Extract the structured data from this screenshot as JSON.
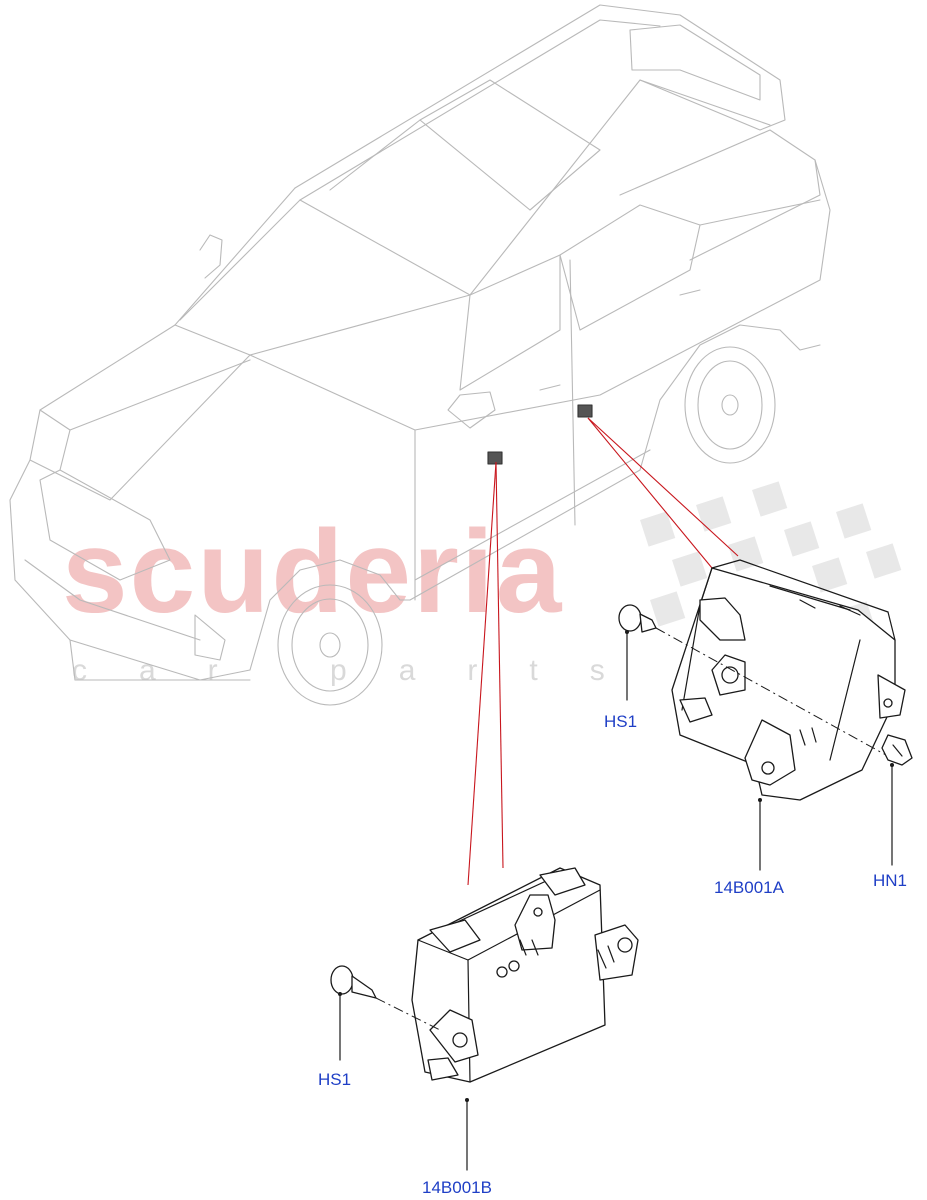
{
  "watermark": {
    "brand": "scuderia",
    "tagline": "car parts"
  },
  "callouts": {
    "hs1_upper": "HS1",
    "part_upper": "14B001A",
    "hn1": "HN1",
    "hs1_lower": "HS1",
    "part_lower": "14B001B"
  },
  "colors": {
    "callout_text": "#1f3fc6",
    "leader_line": "#c8161d",
    "vehicle_outline": "#b9b9b9",
    "watermark_text": "#f3c4c4"
  }
}
